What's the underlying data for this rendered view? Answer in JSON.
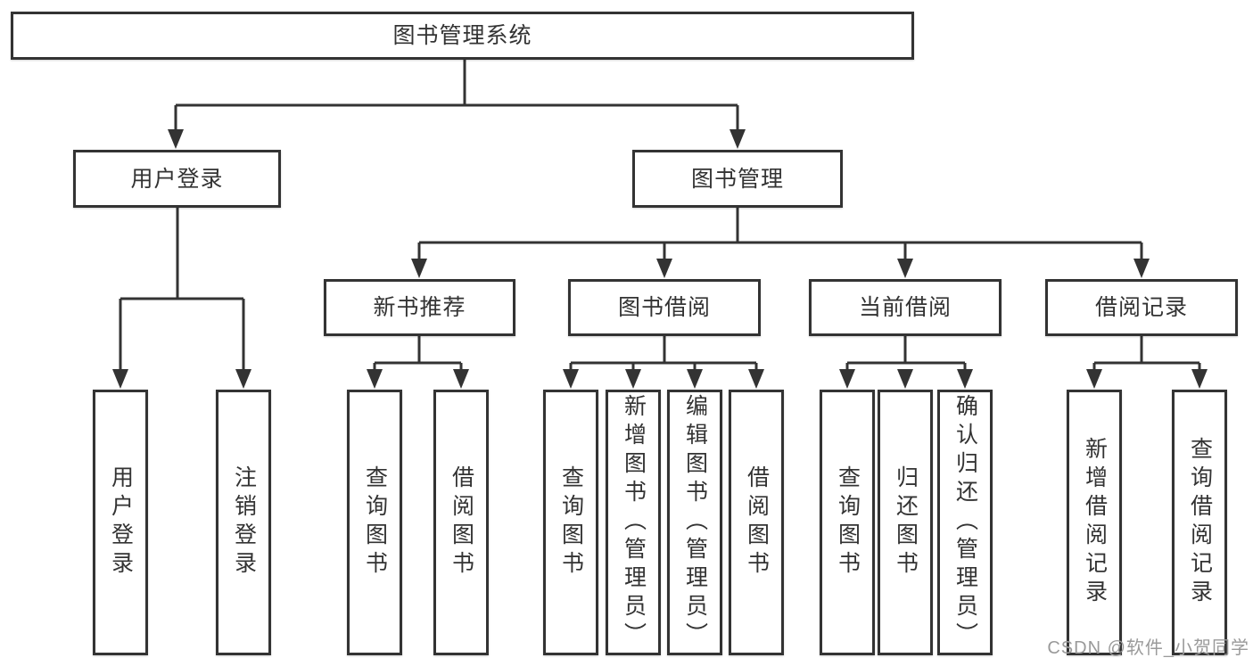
{
  "diagram": {
    "tree": {
      "label": "图书管理系统",
      "children": [
        {
          "label": "用户登录",
          "children": [
            {
              "label": "用户登录"
            },
            {
              "label": "注销登录"
            }
          ]
        },
        {
          "label": "图书管理",
          "children": [
            {
              "label": "新书推荐",
              "children": [
                {
                  "label": "查询图书"
                },
                {
                  "label": "借阅图书"
                }
              ]
            },
            {
              "label": "图书借阅",
              "children": [
                {
                  "label": "查询图书"
                },
                {
                  "label": "新增图书（管理员）"
                },
                {
                  "label": "编辑图书（管理员）"
                },
                {
                  "label": "借阅图书"
                }
              ]
            },
            {
              "label": "当前借阅",
              "children": [
                {
                  "label": "查询图书"
                },
                {
                  "label": "归还图书"
                },
                {
                  "label": "确认归还（管理员）"
                }
              ]
            },
            {
              "label": "借阅记录",
              "children": [
                {
                  "label": "新增借阅记录"
                },
                {
                  "label": "查询借阅记录"
                }
              ]
            }
          ]
        }
      ]
    }
  },
  "watermark": {
    "text": "CSDN @软件_小贺同学"
  },
  "colors": {
    "line": "#333333",
    "border": "#333333",
    "text": "#333333",
    "background": "#ffffff",
    "watermark": "#9a9a9a"
  }
}
